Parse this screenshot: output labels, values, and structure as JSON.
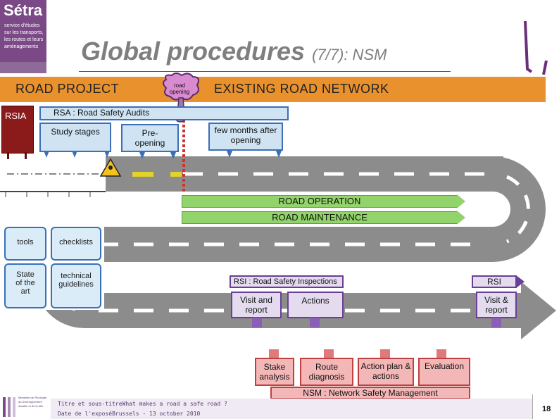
{
  "logo": {
    "brand": "Sétra",
    "subtitle": "service d'études sur les transports, les routes et leurs aménagements"
  },
  "title": {
    "main": "Global procedures",
    "sub": "(7/7): NSM"
  },
  "banner": {
    "left": "ROAD PROJECT",
    "right": "EXISTING ROAD NETWORK",
    "marker": "road opening"
  },
  "rsia": "RSIA",
  "rsa": {
    "title": "RSA : Road Safety Audits",
    "stages": [
      "Study stages",
      "Pre-opening",
      "few months after opening"
    ]
  },
  "operations": [
    "ROAD OPERATION",
    "ROAD MAINTENANCE"
  ],
  "tools": [
    "tools",
    "checklists",
    "State of the art",
    "technical guidelines"
  ],
  "rsi": {
    "title": "RSI : Road Safety Inspections",
    "steps": [
      "Visit and report",
      "Actions"
    ],
    "tag": "RSI",
    "repeat": "Visit & report"
  },
  "nsm": {
    "steps": [
      "Stake analysis",
      "Route diagnosis",
      "Action plan & actions",
      "Evaluation"
    ],
    "title": "NSM : Network Safety Management"
  },
  "footer": {
    "line1": "Titre et sous-titreWhat makes a road a safe road ?",
    "line2": "Date de l'exposéBrussels - 13 october 2010",
    "page": "18",
    "ministry": "Ministère de l'Écologie, du Développement durable et de la Mer"
  },
  "colors": {
    "banner": "#e8912d",
    "road": "#8c8c8c",
    "rsa_blue": "#3b6fb6",
    "rsi_purple": "#6a3e98",
    "nsm_red": "#c04040",
    "operation_green": "#92d46b",
    "logo_purple": "#7b4a86"
  }
}
